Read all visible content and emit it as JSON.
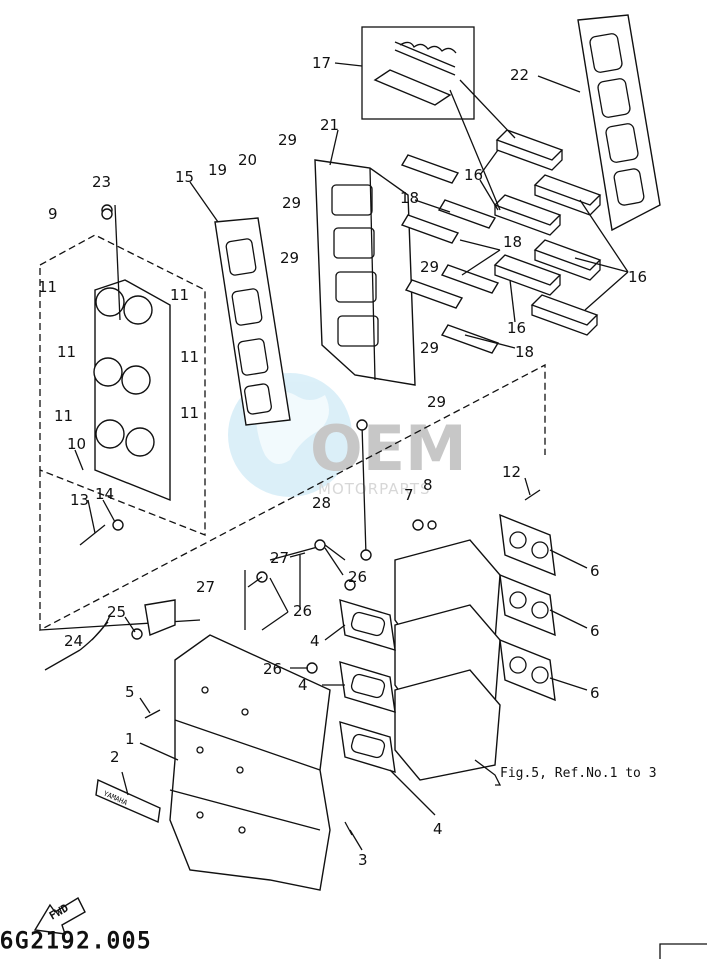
{
  "diagram": {
    "callouts": {
      "c1": "1",
      "c2": "2",
      "c3": "3",
      "c4a": "4",
      "c4b": "4",
      "c4c": "4",
      "c5": "5",
      "c6a": "6",
      "c6b": "6",
      "c6c": "6",
      "c7": "7",
      "c8": "8",
      "c9": "9",
      "c10": "10",
      "c11a": "11",
      "c11b": "11",
      "c11c": "11",
      "c11d": "11",
      "c11e": "11",
      "c11f": "11",
      "c12": "12",
      "c13": "13",
      "c14": "14",
      "c15": "15",
      "c16a": "16",
      "c16b": "16",
      "c16c": "16",
      "c17": "17",
      "c18a": "18",
      "c18b": "18",
      "c18c": "18",
      "c19": "19",
      "c20": "20",
      "c21": "21",
      "c22": "22",
      "c23": "23",
      "c24": "24",
      "c25": "25",
      "c26a": "26",
      "c26b": "26",
      "c26c": "26",
      "c27a": "27",
      "c27b": "27",
      "c28": "28",
      "c29a": "29",
      "c29b": "29",
      "c29c": "29",
      "c29d": "29",
      "c29e": "29",
      "c29f": "29"
    },
    "reference_note": "Fig.5, Ref.No.1 to 3",
    "fwd_label": "FWD",
    "drawing_code": "6G2192.005",
    "watermark": {
      "main": "OEM",
      "sub": "MOTORPARTS"
    },
    "decal_text": "YAMAHA"
  }
}
